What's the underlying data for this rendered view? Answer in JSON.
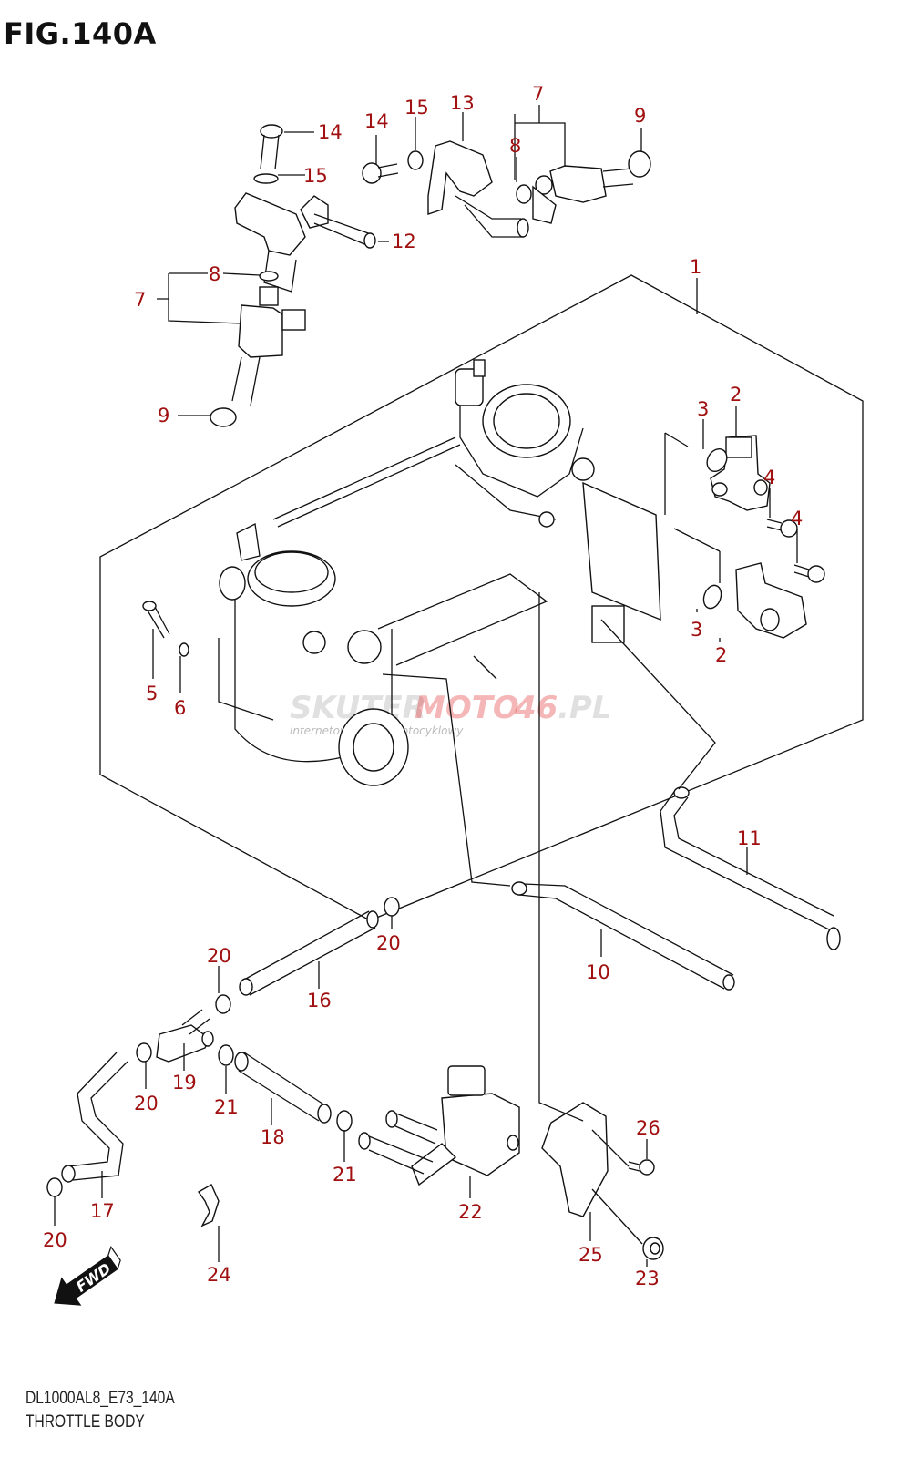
{
  "figure": {
    "title": "FIG.140A",
    "code": "DL1000AL8_E73_140A",
    "name": "THROTTLE BODY"
  },
  "watermark": {
    "brand_a": "SKUTER",
    "brand_b": "MOTO",
    "brand_c": "46",
    "brand_d": ".PL",
    "tagline": "internetowy sklep motocyklowy"
  },
  "fwd_label": "FWD",
  "colors": {
    "label": "#a01010",
    "line": "#111111"
  },
  "callouts": [
    {
      "id": "c1",
      "text": "1",
      "part": "throttle-body-assembly"
    },
    {
      "id": "c2a",
      "text": "2",
      "part": "sensor-upper"
    },
    {
      "id": "c2b",
      "text": "2",
      "part": "sensor-lower"
    },
    {
      "id": "c3a",
      "text": "3",
      "part": "o-ring-upper"
    },
    {
      "id": "c3b",
      "text": "3",
      "part": "o-ring-lower"
    },
    {
      "id": "c4a",
      "text": "4",
      "part": "screw-upper"
    },
    {
      "id": "c4b",
      "text": "4",
      "part": "screw-lower"
    },
    {
      "id": "c5",
      "text": "5",
      "part": "adjust-screw"
    },
    {
      "id": "c6",
      "text": "6",
      "part": "o-ring-small"
    },
    {
      "id": "c7a",
      "text": "7",
      "part": "injector-left"
    },
    {
      "id": "c7b",
      "text": "7",
      "part": "injector-right"
    },
    {
      "id": "c8a",
      "text": "8",
      "part": "injector-o-ring-left"
    },
    {
      "id": "c8b",
      "text": "8",
      "part": "injector-o-ring-right"
    },
    {
      "id": "c9a",
      "text": "9",
      "part": "injector-cushion-left"
    },
    {
      "id": "c9b",
      "text": "9",
      "part": "injector-cushion-right"
    },
    {
      "id": "c10",
      "text": "10",
      "part": "hose-10"
    },
    {
      "id": "c11",
      "text": "11",
      "part": "hose-11"
    },
    {
      "id": "c12",
      "text": "12",
      "part": "fuel-delivery-pipe-left"
    },
    {
      "id": "c13",
      "text": "13",
      "part": "fuel-delivery-pipe-right"
    },
    {
      "id": "c14a",
      "text": "14",
      "part": "pipe-bolt-left"
    },
    {
      "id": "c14b",
      "text": "14",
      "part": "pipe-bolt-right"
    },
    {
      "id": "c15a",
      "text": "15",
      "part": "washer-left"
    },
    {
      "id": "c15b",
      "text": "15",
      "part": "washer-right"
    },
    {
      "id": "c16",
      "text": "16",
      "part": "hose-16"
    },
    {
      "id": "c17",
      "text": "17",
      "part": "hose-17"
    },
    {
      "id": "c18",
      "text": "18",
      "part": "hose-18"
    },
    {
      "id": "c19",
      "text": "19",
      "part": "joint-19"
    },
    {
      "id": "c20a",
      "text": "20",
      "part": "clamp-20-top-right"
    },
    {
      "id": "c20b",
      "text": "20",
      "part": "clamp-20-mid"
    },
    {
      "id": "c20c",
      "text": "20",
      "part": "clamp-20-left"
    },
    {
      "id": "c20d",
      "text": "20",
      "part": "clamp-20-bottom"
    },
    {
      "id": "c21a",
      "text": "21",
      "part": "clamp-21-left"
    },
    {
      "id": "c21b",
      "text": "21",
      "part": "clamp-21-right"
    },
    {
      "id": "c22",
      "text": "22",
      "part": "solenoid-valve"
    },
    {
      "id": "c23",
      "text": "23",
      "part": "nut"
    },
    {
      "id": "c24",
      "text": "24",
      "part": "clamp-24"
    },
    {
      "id": "c25",
      "text": "25",
      "part": "bracket"
    },
    {
      "id": "c26",
      "text": "26",
      "part": "bolt"
    }
  ]
}
